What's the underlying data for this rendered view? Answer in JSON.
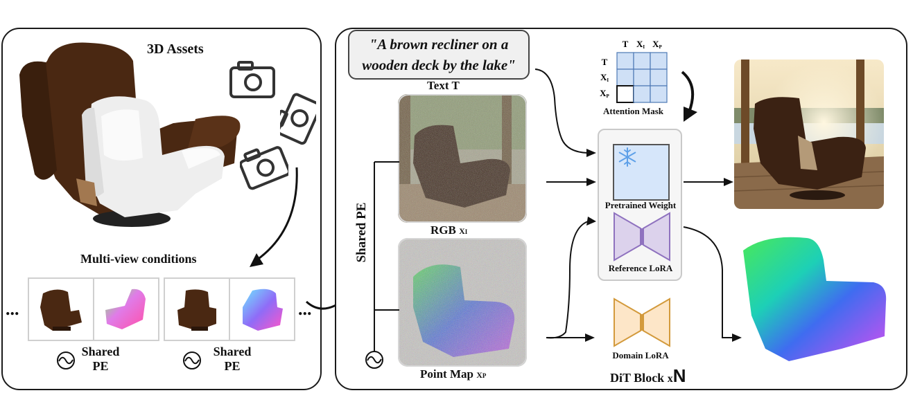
{
  "left_panel": {
    "title": "3D Assets",
    "multiview_label": "Multi-view conditions",
    "ellipsis_left": "...",
    "ellipsis_right": "...",
    "shared_pe_groups": [
      {
        "line1": "Shared",
        "line2": "PE"
      },
      {
        "line1": "Shared",
        "line2": "PE"
      }
    ]
  },
  "right_panel": {
    "prompt": {
      "line1": "\"A brown recliner on a",
      "line2": "wooden deck by the lake\""
    },
    "text_label": "Text",
    "text_symbol": "T",
    "rgb_label": "RGB",
    "rgb_symbol": "X",
    "rgb_subscript": "I",
    "pointmap_label": "Point Map",
    "pointmap_symbol": "X",
    "pointmap_subscript": "P",
    "shared_pe_vertical": "Shared PE",
    "attention": {
      "title": "Attention Mask",
      "col_headers": [
        {
          "symbol": "T",
          "sub": ""
        },
        {
          "symbol": "X",
          "sub": "I"
        },
        {
          "symbol": "X",
          "sub": "P"
        }
      ],
      "row_headers": [
        {
          "symbol": "T",
          "sub": ""
        },
        {
          "symbol": "X",
          "sub": "I"
        },
        {
          "symbol": "X",
          "sub": "P"
        }
      ]
    },
    "pretrained_weight": "Pretrained Weight",
    "reference_lora": "Reference LoRA",
    "domain_lora": "Domain LoRA",
    "dit_block": "DiT Block",
    "multiplier": "x",
    "n_symbol": "N"
  },
  "colors": {
    "lora_purple": "#dcd2ec",
    "lora_orange": "#fde6c8",
    "pretrained_blue": "#d6e6fa",
    "mask_blue": "#cfe0f6",
    "recliner_brown": "#4a2812"
  }
}
